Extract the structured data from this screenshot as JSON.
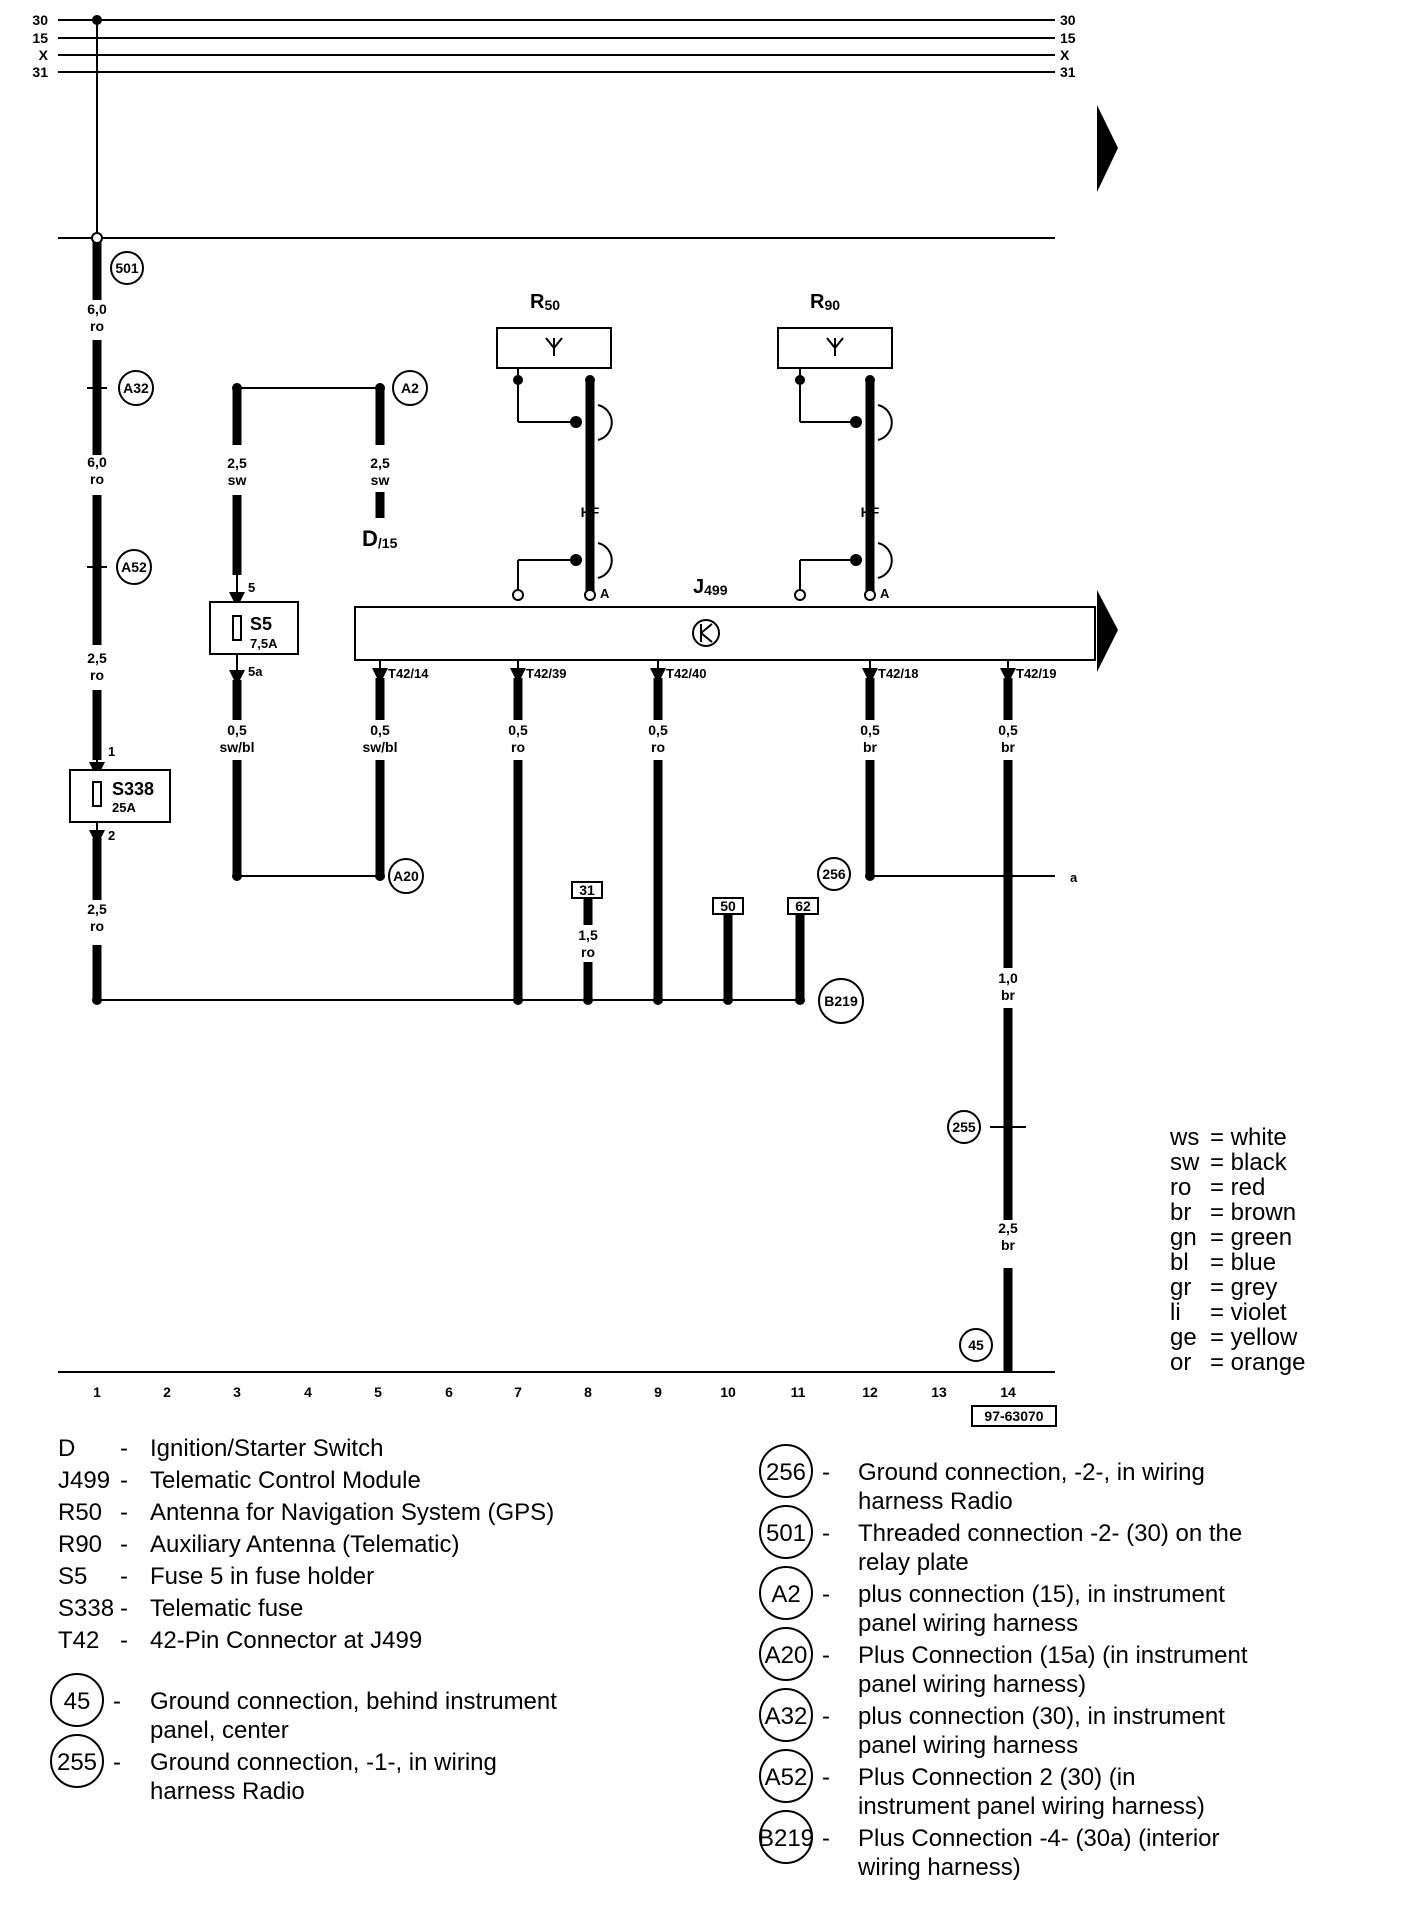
{
  "bus_left": [
    "30",
    "15",
    "X",
    "31"
  ],
  "bus_right": [
    "30",
    "15",
    "X",
    "31"
  ],
  "components": {
    "r50": "R50",
    "r90": "R90",
    "j499": "J499",
    "d15": "D/15",
    "s5": "S5",
    "s5_rating": "7,5A",
    "s338": "S338",
    "s338_rating": "25A",
    "antenna_lead_a": "A",
    "hf": "HF"
  },
  "pins": {
    "s5_in": "5",
    "s5_out": "5a",
    "s338_in": "1",
    "s338_out": "2",
    "t42_14": "T42/14",
    "t42_39": "T42/39",
    "t42_40": "T42/40",
    "t42_18": "T42/18",
    "t42_19": "T42/19",
    "branch_a": "a"
  },
  "wires": {
    "w501": "6,0 ro",
    "wa32": "6,0 ro",
    "wa52": "2,5 ro",
    "ws338": "2,5 ro",
    "ws5": "2,5 sw",
    "wd15": "2,5 sw",
    "ws5a": "0,5 sw/bl",
    "wt14": "0,5 sw/bl",
    "wt39": "0,5 ro",
    "wt40": "0,5 ro",
    "wt18": "0,5 br",
    "wt19": "0,5 br",
    "w31": "1,5 ro",
    "w255": "1,0 br",
    "w45": "2,5 br"
  },
  "boxes": {
    "b31": "31",
    "b50": "50",
    "b62": "62"
  },
  "circles": {
    "c501": "501",
    "cA32": "A32",
    "cA52": "A52",
    "cA2": "A2",
    "cA20": "A20",
    "c256": "256",
    "cB219": "B219",
    "c255": "255",
    "c45": "45"
  },
  "columns": [
    "1",
    "2",
    "3",
    "4",
    "5",
    "6",
    "7",
    "8",
    "9",
    "10",
    "11",
    "12",
    "13",
    "14"
  ],
  "doc_number": "97-63070",
  "color_legend": [
    {
      "code": "ws",
      "name": "white"
    },
    {
      "code": "sw",
      "name": "black"
    },
    {
      "code": "ro",
      "name": "red"
    },
    {
      "code": "br",
      "name": "brown"
    },
    {
      "code": "gn",
      "name": "green"
    },
    {
      "code": "bl",
      "name": "blue"
    },
    {
      "code": "gr",
      "name": "grey"
    },
    {
      "code": "li",
      "name": "violet"
    },
    {
      "code": "ge",
      "name": "yellow"
    },
    {
      "code": "or",
      "name": "orange"
    }
  ],
  "component_legend": [
    {
      "code": "D",
      "desc": "Ignition/Starter Switch"
    },
    {
      "code": "J499",
      "desc": "Telematic Control Module"
    },
    {
      "code": "R50",
      "desc": "Antenna for Navigation System (GPS)"
    },
    {
      "code": "R90",
      "desc": "Auxiliary Antenna (Telematic)"
    },
    {
      "code": "S5",
      "desc": "Fuse 5 in fuse holder"
    },
    {
      "code": "S338",
      "desc": "Telematic fuse"
    },
    {
      "code": "T42",
      "desc": "42-Pin Connector at J499"
    }
  ],
  "ground_legend_left": [
    {
      "code": "45",
      "desc": "Ground connection, behind instrument panel, center"
    },
    {
      "code": "255",
      "desc": "Ground connection, -1-, in wiring harness Radio"
    }
  ],
  "ground_legend_right": [
    {
      "code": "256",
      "desc": "Ground connection, -2-, in wiring harness Radio"
    },
    {
      "code": "501",
      "desc": "Threaded connection -2- (30) on the relay plate"
    },
    {
      "code": "A2",
      "desc": "plus connection (15), in instrument panel wiring harness"
    },
    {
      "code": "A20",
      "desc": "Plus Connection (15a) (in instrument panel wiring harness)"
    },
    {
      "code": "A32",
      "desc": "plus connection (30), in instrument panel wiring harness"
    },
    {
      "code": "A52",
      "desc": "Plus Connection 2 (30) (in instrument panel wiring harness)"
    },
    {
      "code": "B219",
      "desc": "Plus Connection -4- (30a) (interior wiring harness)"
    }
  ]
}
